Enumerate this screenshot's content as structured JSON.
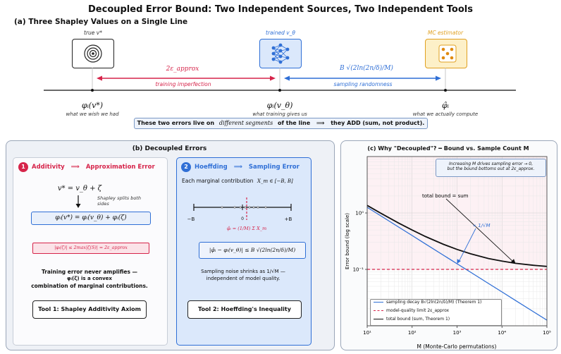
{
  "title": "Decoupled Error Bound:  Two Independent Sources,  Two Independent Tools",
  "section_a": {
    "heading": "(a)  Three Shapley Values on a Single Line",
    "points": [
      {
        "top_label": "true v*",
        "value": "φᵢ(v*)",
        "caption": "what we wish we had",
        "color": "#222222"
      },
      {
        "top_label": "trained v_θ",
        "value": "φᵢ(v_θ)",
        "caption": "what training gives us",
        "color": "#2f6fd6"
      },
      {
        "top_label": "MC estimator",
        "value": "φ̂ᵢ",
        "caption": "what we actually compute",
        "color": "#e0a020"
      }
    ],
    "gap1": {
      "formula": "2ε_approx",
      "label": "training imperfection",
      "color": "#d6244a"
    },
    "gap2": {
      "formula": "B √(2ln(2n/δ)/M)",
      "label": "sampling randomness",
      "color": "#2f6fd6"
    },
    "summary": {
      "part1": "These two errors live on",
      "emph": "different segments",
      "part2": "of the line",
      "arrow": "⟹",
      "part3": "they ADD (sum, not product)."
    }
  },
  "section_b": {
    "heading": "(b)  Decoupled Errors",
    "left": {
      "badge": "1",
      "title_a": "Additivity",
      "arrow": "⟹",
      "title_b": "Approximation Error",
      "equation1": "v* = v_θ + ζ",
      "note": "Shapley splits both sides",
      "equation2": "φᵢ(v*) = φᵢ(v_θ) + φᵢ(ζ)",
      "bound": "|φᵢ(ζ)| ≤ 2max|ζ(S)| = 2ε_approx",
      "text1": "Training error never amplifies —",
      "text2": "φᵢ(ζ) is a convex",
      "text3": "combination of marginal contributions.",
      "tool": "Tool 1:  Shapley Additivity Axiom",
      "color": "#d6244a"
    },
    "right": {
      "badge": "2",
      "title_a": "Hoeffding",
      "arrow": "⟹",
      "title_b": "Sampling Error",
      "intro": "Each marginal contribution",
      "intro_math": "X_m ∈ [−B, B]",
      "axis_left": "−B",
      "axis_right": "+B",
      "axis_mid": "0",
      "estimator": "φ̂ᵢ = (1/M) Σ X_m",
      "bound": "|φ̂ᵢ − φᵢ(v_θ)| ≤ B √(2ln(2n/δ)/M)",
      "text1": "Sampling noise shrinks as 1/√M —",
      "text2": "independent of model quality.",
      "tool": "Tool 2:  Hoeffding's Inequality",
      "color": "#2f6fd6"
    }
  },
  "section_c": {
    "heading": "(c)  Why \"Decoupled\"?  ━  Bound vs. Sample Count M",
    "note_line1": "Increasing M drives sampling error → 0,",
    "note_line2": "but the bound bottoms out at 2ε_approx.",
    "annot_sum": "total bound = sum",
    "annot_slope": "∝ 1/√M"
  },
  "chart_data": {
    "type": "line",
    "xscale": "log",
    "yscale": "log",
    "xlim": [
      10,
      100000
    ],
    "ylim": [
      0.01,
      10
    ],
    "xlabel": "M  (Monte-Carlo permutations)",
    "ylabel": "Error bound (log scale)",
    "x_ticks": [
      "10¹",
      "10²",
      "10³",
      "10⁴",
      "10⁵"
    ],
    "y_ticks": [
      "10⁻¹",
      "10⁰"
    ],
    "grid": true,
    "legend_position": "bottom-left",
    "x": [
      10,
      20,
      50,
      100,
      200,
      500,
      1000,
      2000,
      5000,
      10000,
      20000,
      50000,
      100000
    ],
    "series": [
      {
        "name": "sampling decay  B√(2ln(2n/δ)/M)  (Theorem 1)",
        "color": "#2f6fd6",
        "style": "solid",
        "values": [
          1.26,
          0.89,
          0.563,
          0.398,
          0.281,
          0.178,
          0.126,
          0.089,
          0.0563,
          0.0398,
          0.0281,
          0.0178,
          0.0126
        ]
      },
      {
        "name": "model-quality limit  2ε_approx",
        "color": "#d6244a",
        "style": "dashed",
        "values": [
          0.1,
          0.1,
          0.1,
          0.1,
          0.1,
          0.1,
          0.1,
          0.1,
          0.1,
          0.1,
          0.1,
          0.1,
          0.1
        ]
      },
      {
        "name": "total bound  (sum, Theorem 1)",
        "color": "#111111",
        "style": "solid",
        "values": [
          1.36,
          0.99,
          0.663,
          0.498,
          0.381,
          0.278,
          0.226,
          0.189,
          0.156,
          0.14,
          0.128,
          0.118,
          0.113
        ]
      }
    ]
  }
}
